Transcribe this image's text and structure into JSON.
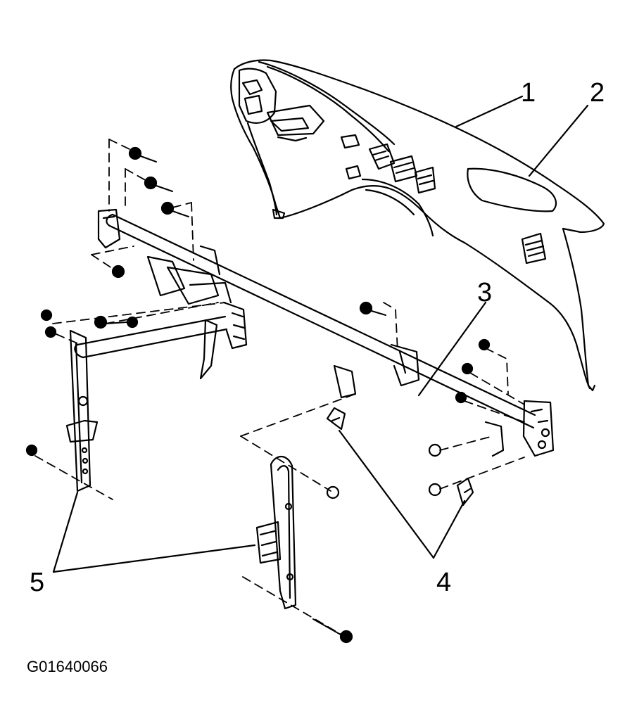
{
  "callouts": {
    "c1": "1",
    "c2": "2",
    "c3": "3",
    "c4": "4",
    "c5": "5"
  },
  "figure_id": "G01640066",
  "colors": {
    "line": "#000000",
    "background": "#ffffff"
  }
}
